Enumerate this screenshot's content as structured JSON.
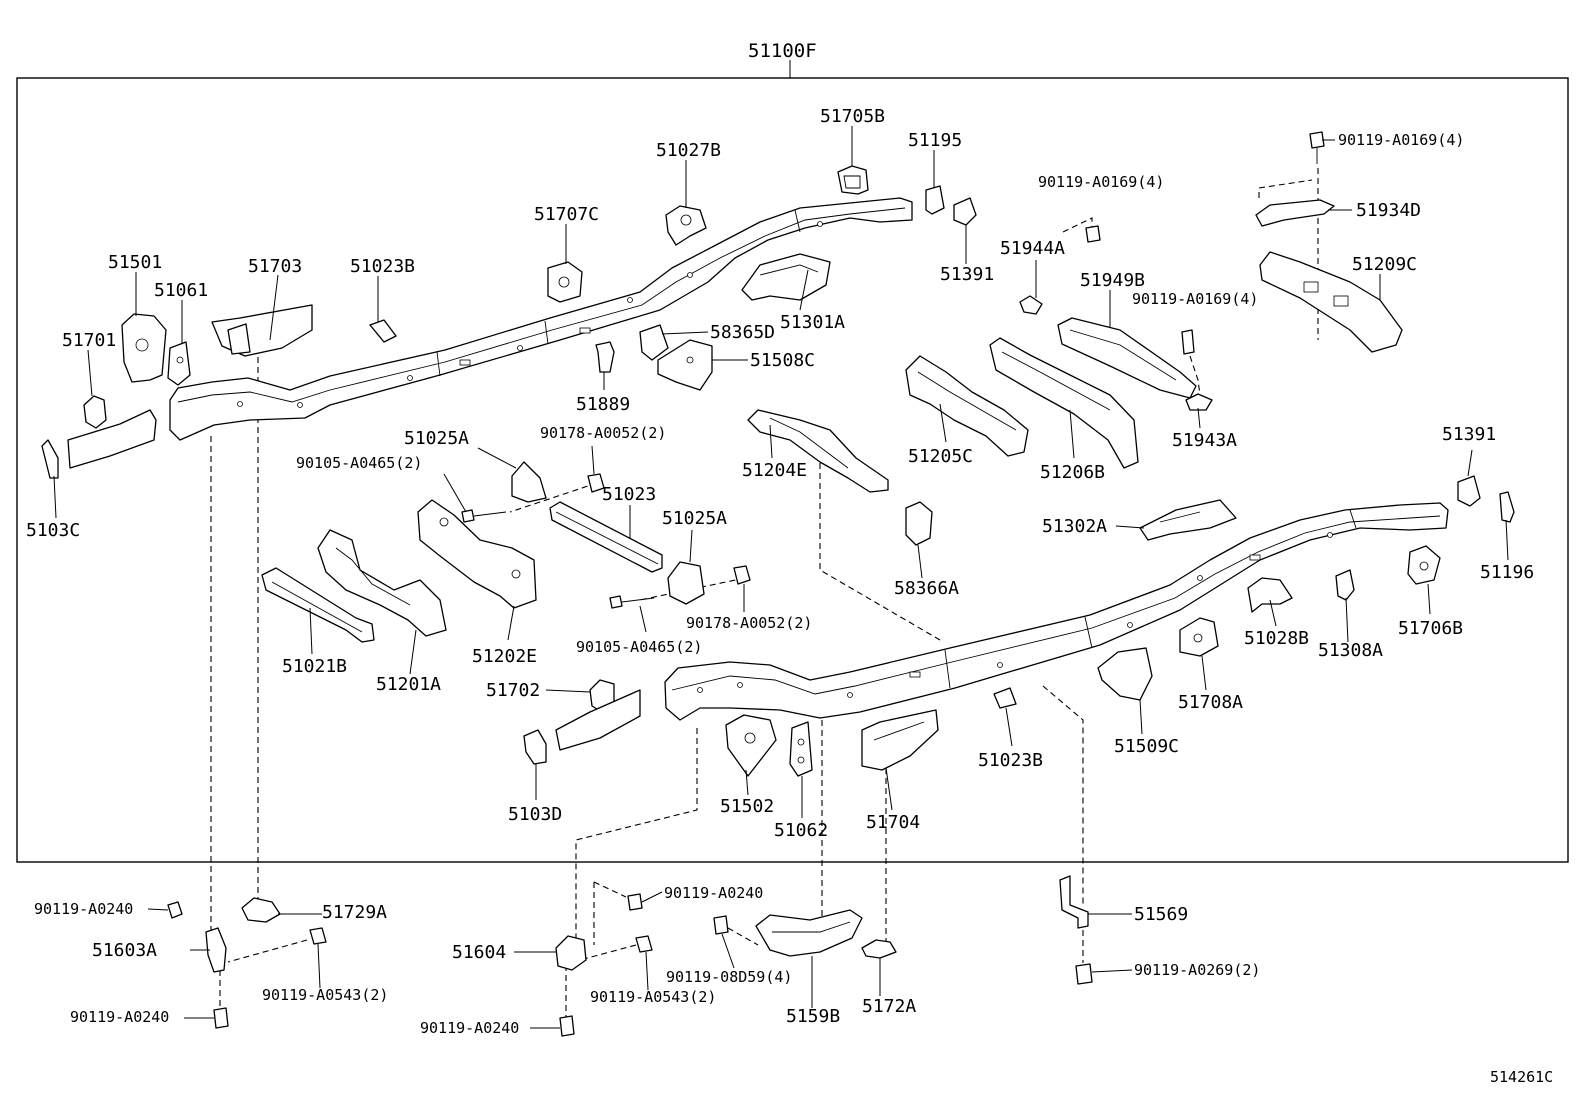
{
  "assembly": {
    "label": "51100F"
  },
  "figure_code": "514261C",
  "labels": {
    "p51705B": "51705B",
    "p51195": "51195",
    "p51027B": "51027B",
    "p90119_A0169_4_top": "90119-A0169(4)",
    "p90119_A0169_4_mid": "90119-A0169(4)",
    "p90119_A0169_4_right": "90119-A0169(4)",
    "p51934D": "51934D",
    "p51707C": "51707C",
    "p51391_top": "51391",
    "p51944A": "51944A",
    "p51209C": "51209C",
    "p51501": "51501",
    "p51703": "51703",
    "p51023B_top": "51023B",
    "p51061": "51061",
    "p51949B": "51949B",
    "p51301A": "51301A",
    "p51701": "51701",
    "p58365D": "58365D",
    "p51508C": "51508C",
    "p51889": "51889",
    "p51943A": "51943A",
    "p51025A_top": "51025A",
    "p90178_A0052_2_top": "90178-A0052(2)",
    "p90105_A0465_2_top": "90105-A0465(2)",
    "p51205C": "51205C",
    "p51206B": "51206B",
    "p51204E": "51204E",
    "p51391_right": "51391",
    "p5103C": "5103C",
    "p51023": "51023",
    "p51025A_mid": "51025A",
    "p51302A": "51302A",
    "p58366A": "58366A",
    "p51196": "51196",
    "p90178_A0052_2_mid": "90178-A0052(2)",
    "p90105_A0465_2_mid": "90105-A0465(2)",
    "p51021B": "51021B",
    "p51202E": "51202E",
    "p51028B": "51028B",
    "p51308A": "51308A",
    "p51706B": "51706B",
    "p51201A": "51201A",
    "p51702": "51702",
    "p51708A": "51708A",
    "p51509C": "51509C",
    "p51502": "51502",
    "p51023B_bot": "51023B",
    "p5103D": "5103D",
    "p51704": "51704",
    "p51062": "51062",
    "p90119_A0240_a": "90119-A0240",
    "p51729A": "51729A",
    "p90119_A0240_b": "90119-A0240",
    "p51569": "51569",
    "p51603A": "51603A",
    "p51604": "51604",
    "p90119_A0543_2_a": "90119-A0543(2)",
    "p90119_08D59_4": "90119-08D59(4)",
    "p90119_A0543_2_b": "90119-A0543(2)",
    "p90119_A0269_2": "90119-A0269(2)",
    "p90119_A0240_c": "90119-A0240",
    "p90119_A0240_d": "90119-A0240",
    "p5159B": "5159B",
    "p5172A": "5172A"
  }
}
